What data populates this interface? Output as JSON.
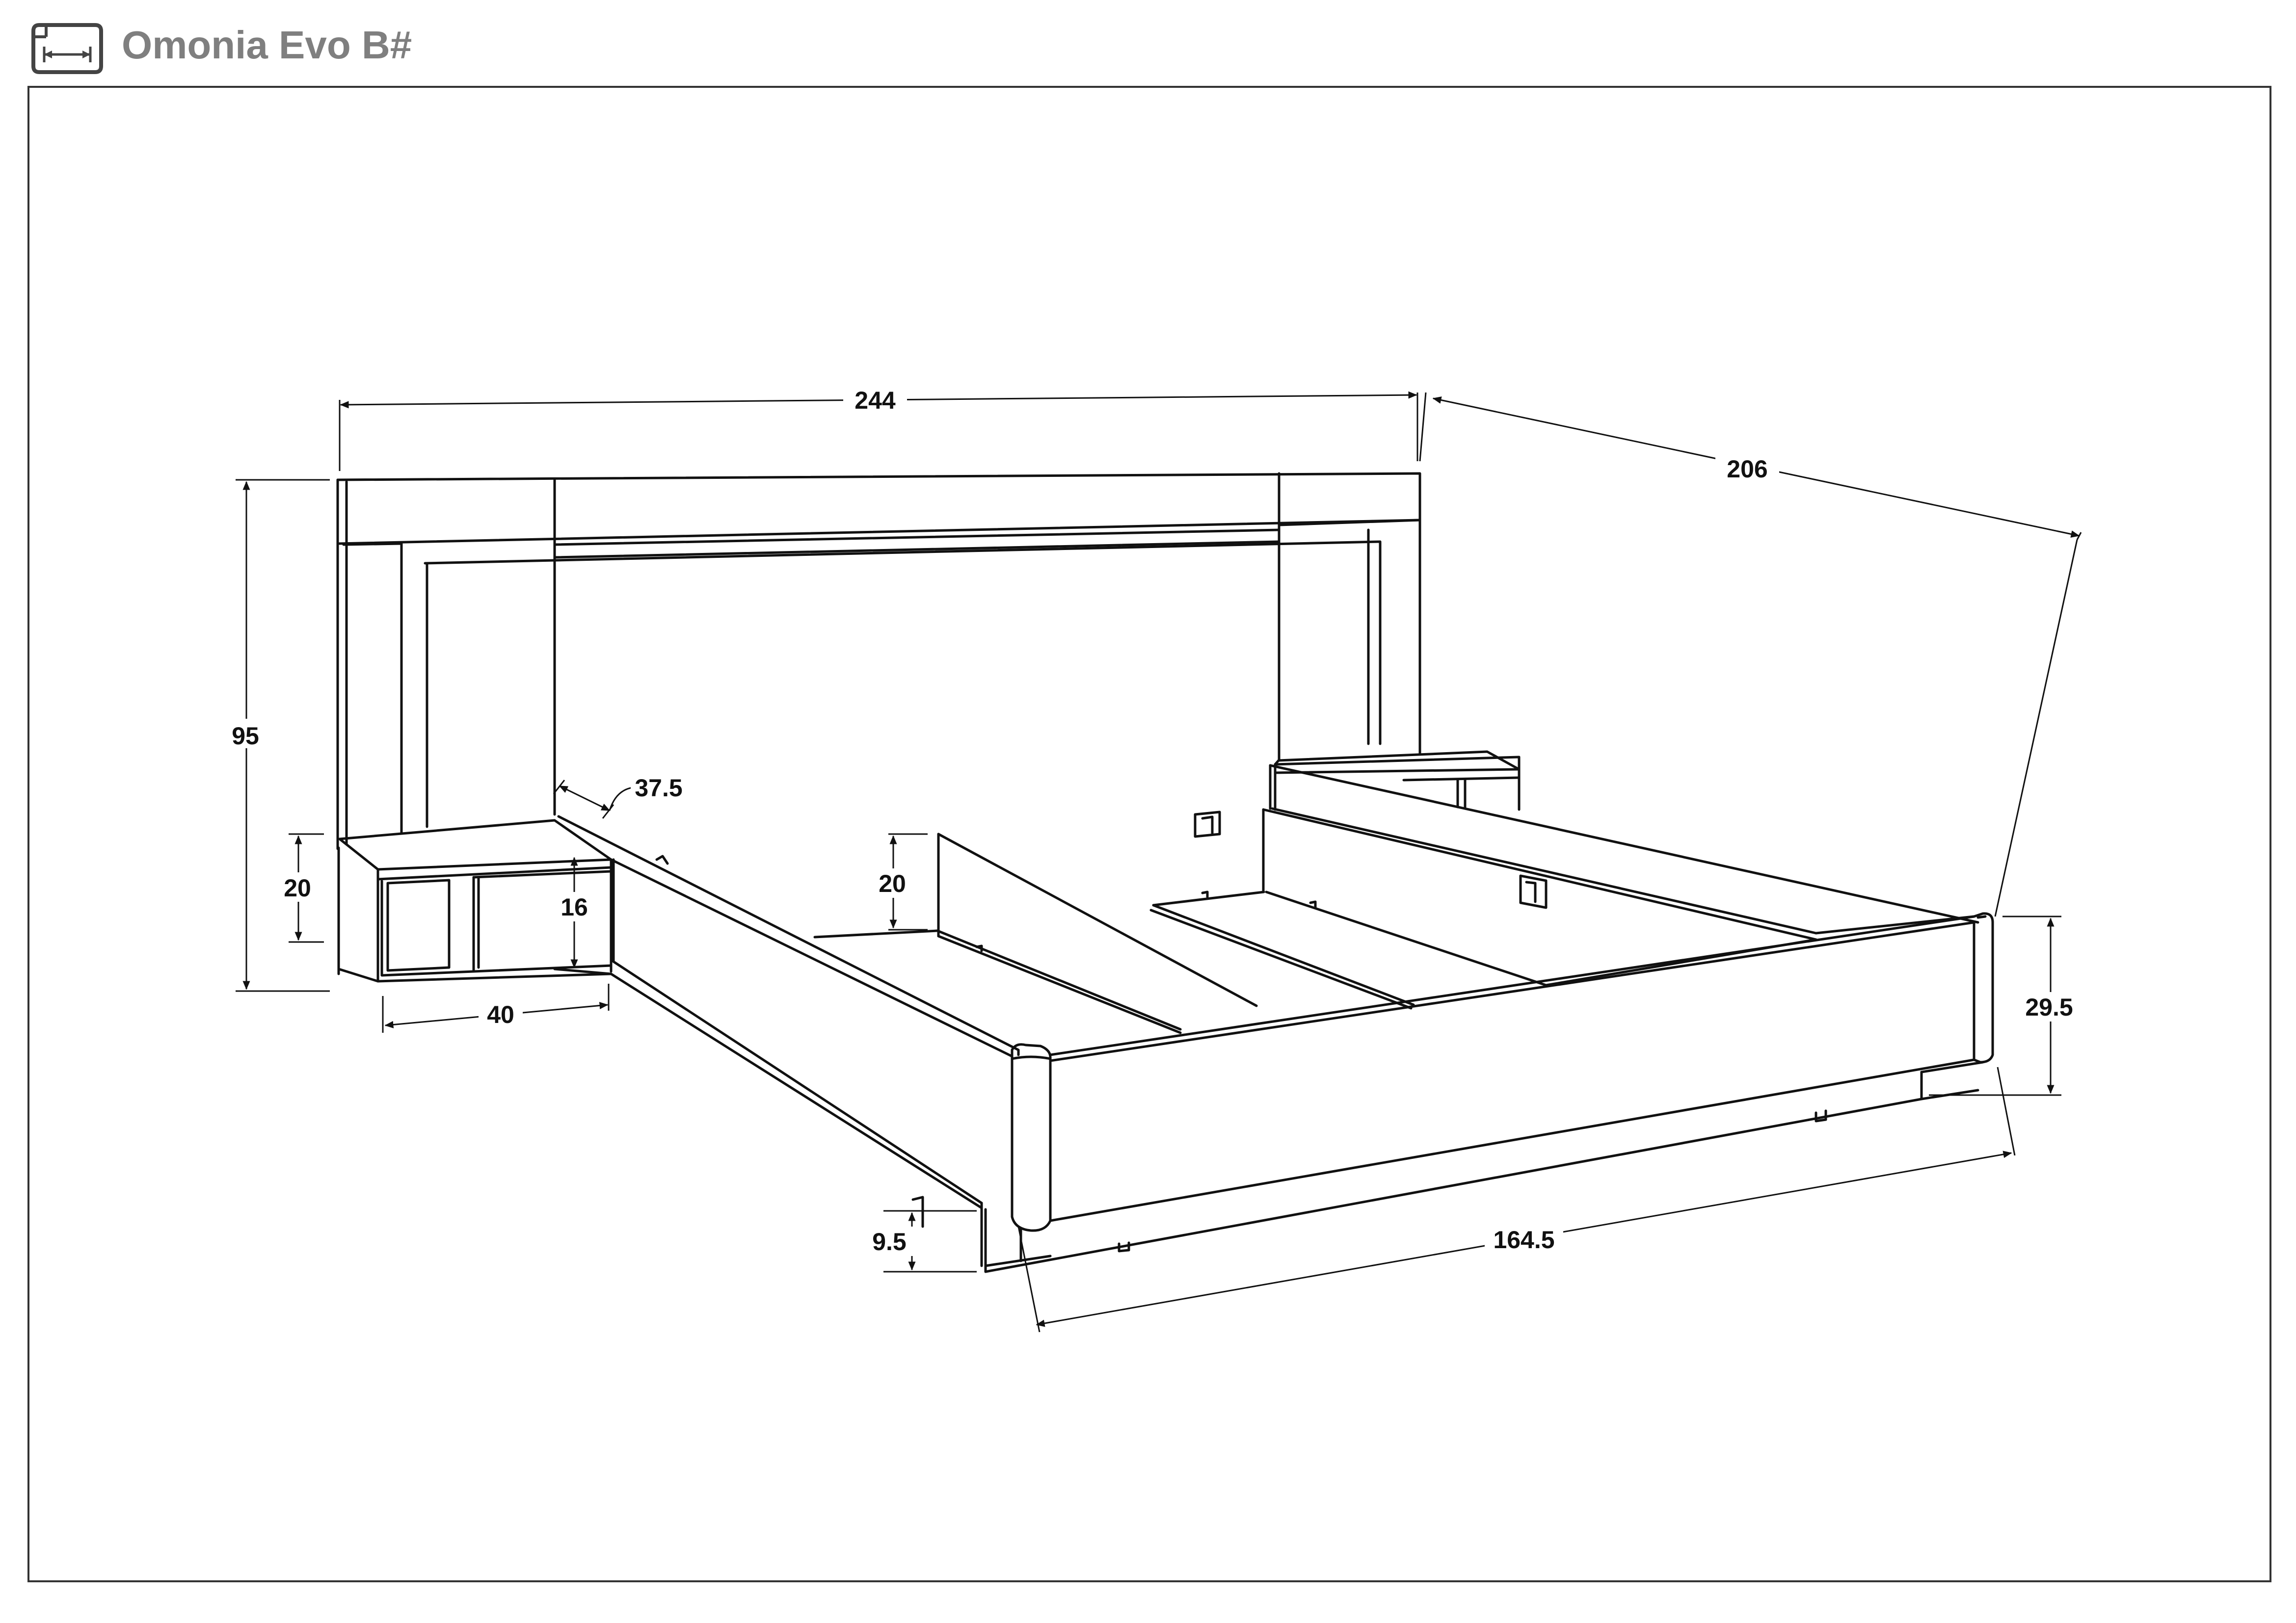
{
  "header": {
    "title": "Omonia Evo B#",
    "icon": "dimension-icon"
  },
  "dimensions": {
    "total_width": "244",
    "total_length": "206",
    "headboard_height": "95",
    "nightstand_height": "20",
    "drawer_height": "16",
    "nightstand_width": "40",
    "nightstand_depth": "37.5",
    "side_rail_height": "20",
    "bed_frame_height": "29.5",
    "foot_width": "164.5",
    "base_height": "9.5"
  },
  "colors": {
    "line": "#111111",
    "title": "#7f7f7f",
    "frame": "#333333"
  }
}
